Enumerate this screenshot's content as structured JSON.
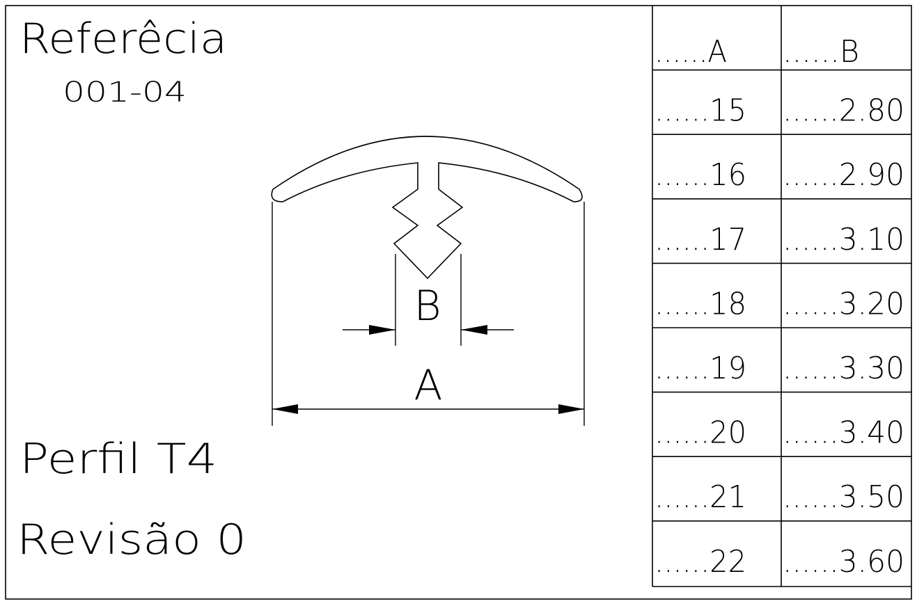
{
  "title_block": {
    "reference_label": "Referêcia",
    "reference_code": "001-04",
    "profile_name": "Perfil T4",
    "revision": "Revisão 0"
  },
  "drawing": {
    "dimension_a_label": "A",
    "dimension_b_label": "B"
  },
  "table": {
    "columns": [
      "......A",
      "......B"
    ],
    "rows": [
      [
        "......15",
        "......2.80"
      ],
      [
        "......16",
        "......2.90"
      ],
      [
        "......17",
        "......3.10"
      ],
      [
        "......18",
        "......3.20"
      ],
      [
        "......19",
        "......3.30"
      ],
      [
        "......20",
        "......3.40"
      ],
      [
        "......21",
        "......3.50"
      ],
      [
        "......22",
        "......3.60"
      ]
    ]
  }
}
